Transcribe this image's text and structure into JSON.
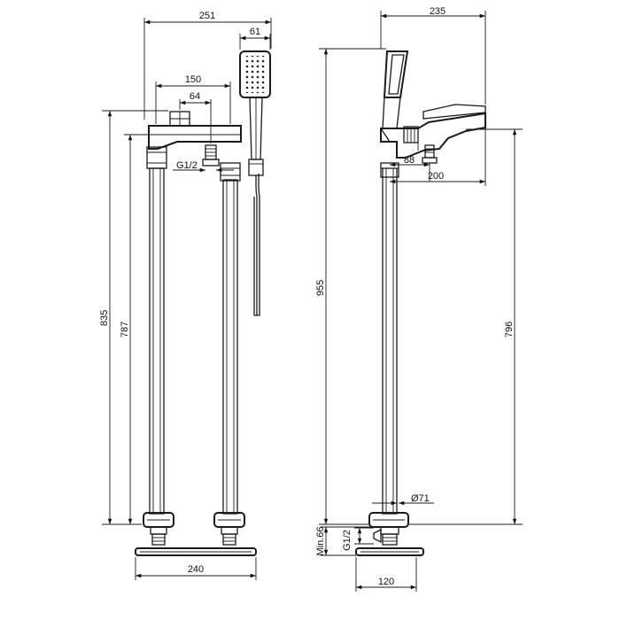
{
  "front_view": {
    "width_overall": "251",
    "handshower_width": "61",
    "body_width": "150",
    "outlet_offset": "64",
    "connection_thread": "G1/2",
    "height_overall": "835",
    "height_to_body": "787",
    "base_width": "240"
  },
  "side_view": {
    "depth_overall": "235",
    "height_overall": "955",
    "connector_offset": "88",
    "spout_projection": "200",
    "spout_height": "796",
    "pipe_diameter": "Ø71",
    "floor_clearance": "Min.66",
    "connection_thread": "G1/2",
    "base_width": "120"
  }
}
